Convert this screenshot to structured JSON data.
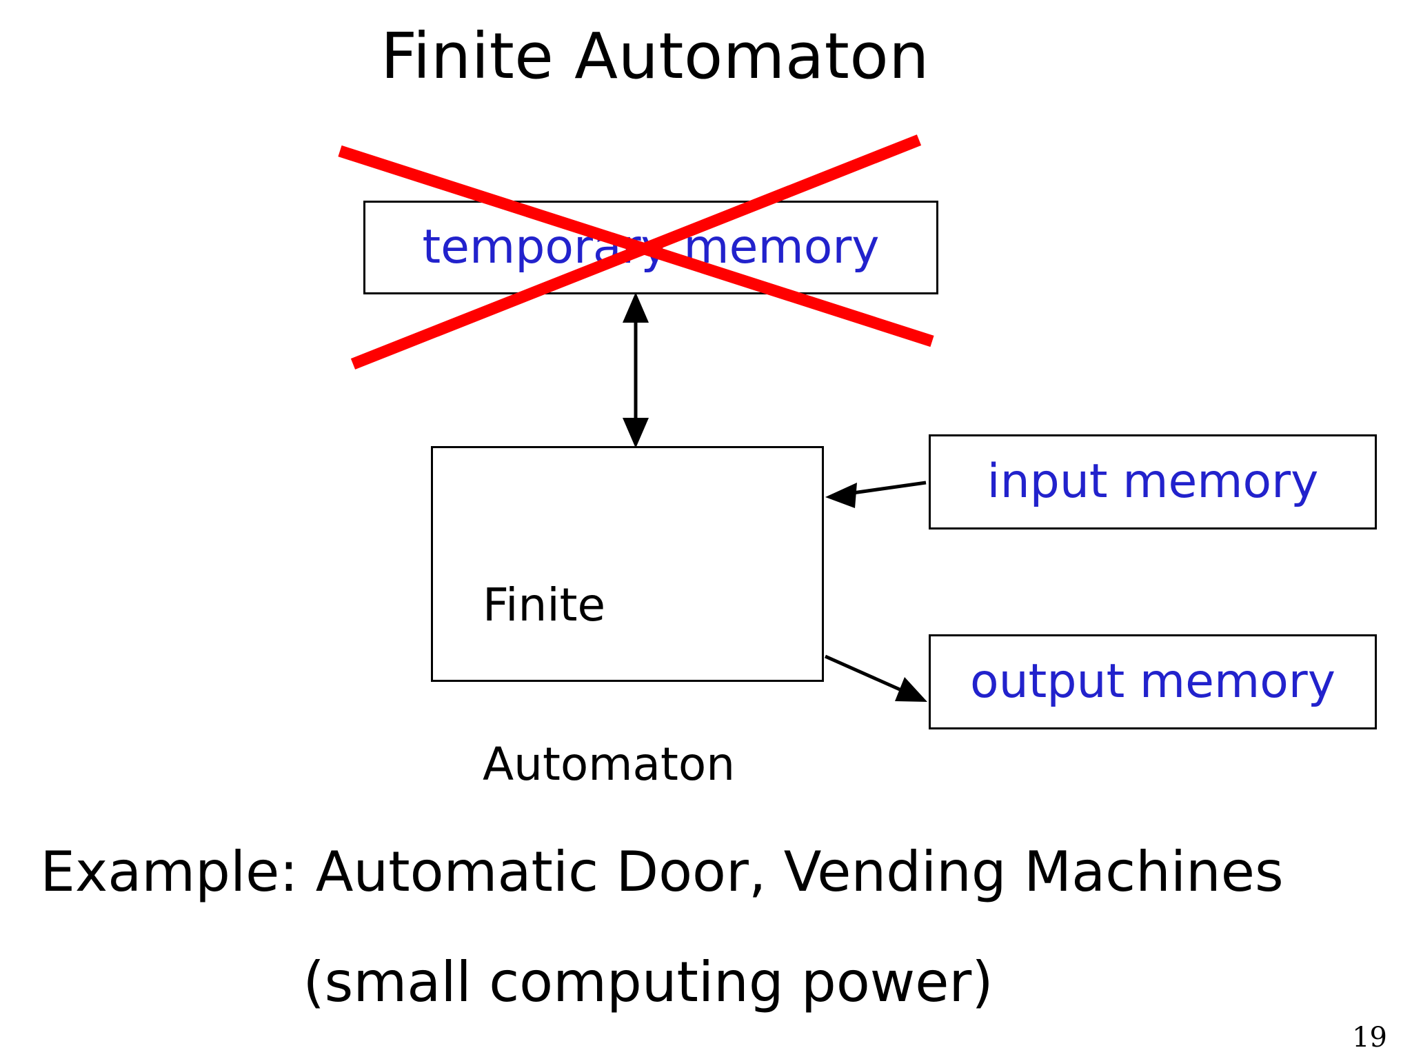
{
  "slide": {
    "title": "Finite Automaton",
    "page_number": "19",
    "background_color": "#ffffff"
  },
  "colors": {
    "box_border": "#000000",
    "box_label": "#2222cc",
    "strike_through": "#ff0000",
    "arrow": "#000000",
    "title_text": "#000000"
  },
  "diagram": {
    "boxes": [
      {
        "id": "temporary-memory",
        "label": "temporary memory",
        "label_color": "#2222cc",
        "struck_out": true
      },
      {
        "id": "finite-automaton",
        "label_line_1": "Finite",
        "label_line_2": "Automaton",
        "label_color": "#000000",
        "struck_out": false
      },
      {
        "id": "input-memory",
        "label": "input memory",
        "label_color": "#2222cc",
        "struck_out": false
      },
      {
        "id": "output-memory",
        "label": "output memory",
        "label_color": "#2222cc",
        "struck_out": false
      }
    ],
    "connectors": [
      {
        "id": "fa-to-temporary-memory",
        "from": "finite-automaton",
        "to": "temporary-memory",
        "type": "double-arrow",
        "direction": "vertical"
      },
      {
        "id": "input-memory-to-fa",
        "from": "input-memory",
        "to": "finite-automaton",
        "type": "single-arrow",
        "direction": "leftward"
      },
      {
        "id": "fa-to-output-memory",
        "from": "finite-automaton",
        "to": "output-memory",
        "type": "single-arrow",
        "direction": "rightward"
      }
    ],
    "annotations": [
      {
        "id": "red-cross",
        "target": "temporary-memory",
        "shape": "x-strike",
        "color": "#ff0000"
      }
    ]
  },
  "caption": {
    "line_1": "Example: Automatic Door, Vending Machines",
    "line_2": "(small computing power)"
  }
}
